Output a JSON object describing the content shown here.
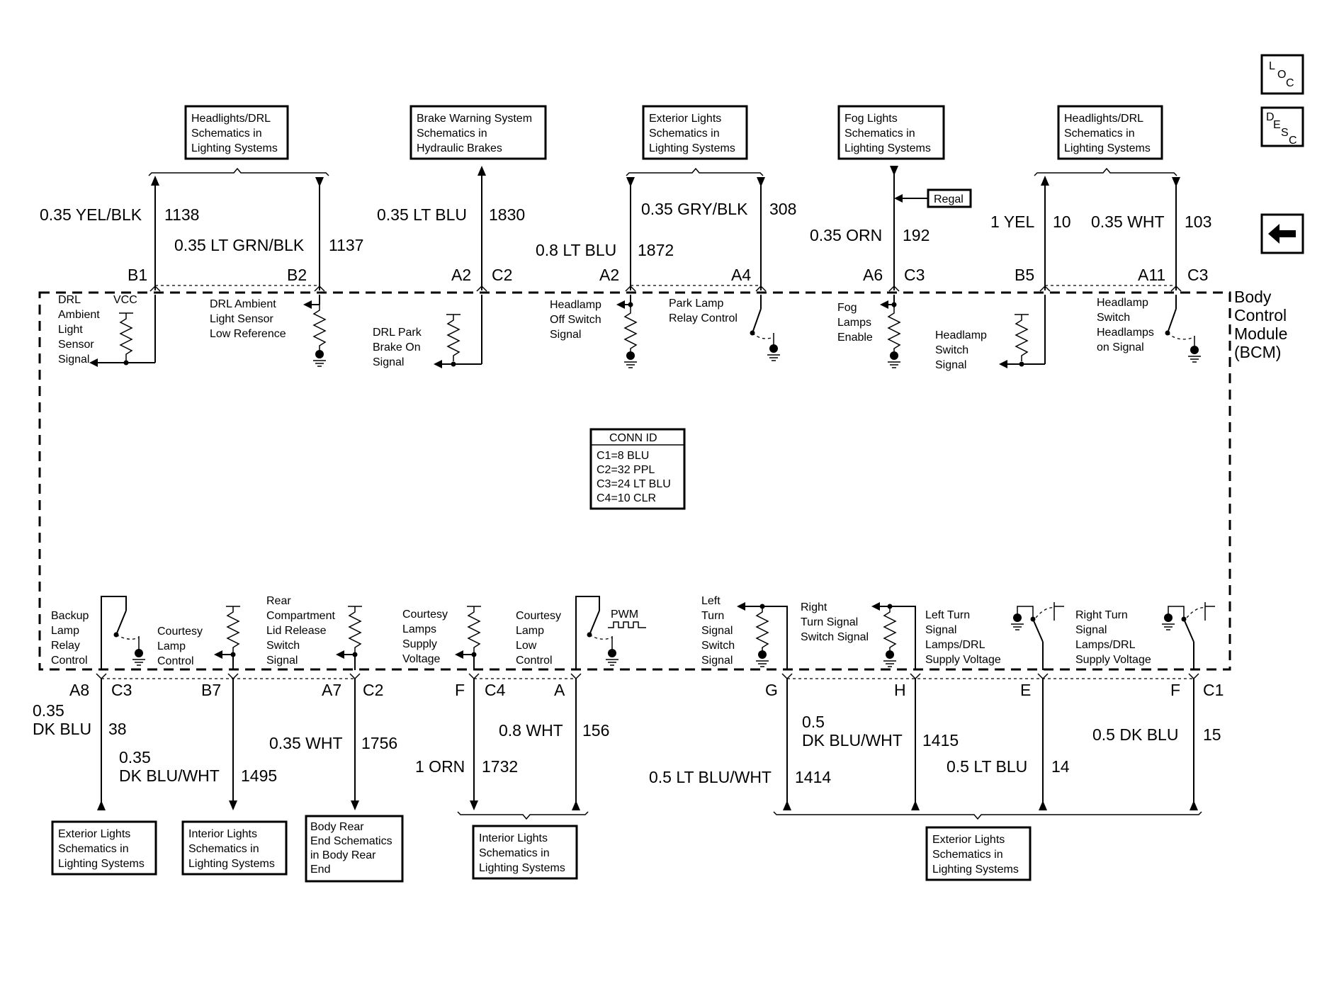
{
  "module": {
    "line1": "Body",
    "line2": "Control",
    "line3": "Module",
    "line4": "(BCM)"
  },
  "nav": {
    "loc_l": "L",
    "loc_o": "O",
    "loc_c": "C",
    "desc_d": "D",
    "desc_e": "E",
    "desc_s": "S",
    "desc_c": "C",
    "back_icon": "left-arrow-icon"
  },
  "top_refs": [
    {
      "lines": [
        "Headlights/DRL",
        "Schematics in",
        "Lighting Systems"
      ]
    },
    {
      "lines": [
        "Brake Warning System",
        "Schematics in",
        "Hydraulic Brakes"
      ]
    },
    {
      "lines": [
        "Exterior Lights",
        "Schematics in",
        "Lighting Systems"
      ]
    },
    {
      "lines": [
        "Fog Lights",
        "Schematics in",
        "Lighting Systems"
      ]
    },
    {
      "lines": [
        "Headlights/DRL",
        "Schematics in",
        "Lighting Systems"
      ]
    }
  ],
  "bottom_refs": [
    {
      "lines": [
        "Exterior Lights",
        "Schematics in",
        "Lighting Systems"
      ]
    },
    {
      "lines": [
        "Interior Lights",
        "Schematics in",
        "Lighting Systems"
      ]
    },
    {
      "lines": [
        "Body Rear",
        "End Schematics",
        "in Body Rear",
        "End"
      ]
    },
    {
      "lines": [
        "Interior Lights",
        "Schematics in",
        "Lighting Systems"
      ]
    },
    {
      "lines": [
        "Exterior Lights",
        "Schematics in",
        "Lighting Systems"
      ]
    }
  ],
  "regal": "Regal",
  "conn_id": {
    "title": "CONN ID",
    "lines": [
      "C1=8 BLU",
      "C2=32 PPL",
      "C3=24 LT BLU",
      "C4=10 CLR"
    ]
  },
  "top_wires": [
    {
      "color": "0.35 YEL/BLK",
      "circuit": "1138",
      "pin": "B1"
    },
    {
      "color": "0.35 LT GRN/BLK",
      "circuit": "1137",
      "pin": "B2"
    },
    {
      "color": "0.35 LT BLU",
      "circuit": "1830",
      "pin": "A2",
      "conn": "C2"
    },
    {
      "color": "0.8 LT BLU",
      "circuit": "1872",
      "pin": "A2"
    },
    {
      "color": "0.35 GRY/BLK",
      "circuit": "308",
      "pin": "A4"
    },
    {
      "color": "0.35 ORN",
      "circuit": "192",
      "pin": "A6",
      "conn": "C3"
    },
    {
      "color": "1 YEL",
      "circuit": "10",
      "pin": "B5"
    },
    {
      "color": "0.35 WHT",
      "circuit": "103",
      "pin": "A11",
      "conn": "C3"
    }
  ],
  "bottom_wires": [
    {
      "color1": "0.35",
      "color2": "DK BLU",
      "circuit": "38",
      "pin": "A8",
      "conn": "C3"
    },
    {
      "color1": "0.35",
      "color2": "DK BLU/WHT",
      "circuit": "1495",
      "pin": "B7"
    },
    {
      "color": "0.35 WHT",
      "circuit": "1756",
      "pin": "A7",
      "conn": "C2"
    },
    {
      "color": "1 ORN",
      "circuit": "1732",
      "pin": "F",
      "conn": "C4"
    },
    {
      "color": "0.8 WHT",
      "circuit": "156",
      "pin": "A"
    },
    {
      "color": "0.5 LT BLU/WHT",
      "circuit": "1414",
      "pin": "G"
    },
    {
      "color1": "0.5",
      "color2": "DK BLU/WHT",
      "circuit": "1415",
      "pin": "H"
    },
    {
      "color": "0.5 LT BLU",
      "circuit": "14",
      "pin": "E"
    },
    {
      "color": "0.5 DK BLU",
      "circuit": "15",
      "pin": "F",
      "conn": "C1"
    }
  ],
  "top_components": [
    {
      "lines": [
        "DRL",
        "Ambient",
        "Light",
        "Sensor",
        "Signal"
      ],
      "extra": "VCC"
    },
    {
      "lines": [
        "DRL Ambient",
        "Light Sensor",
        "Low Reference"
      ]
    },
    {
      "lines": [
        "DRL Park",
        "Brake On",
        "Signal"
      ]
    },
    {
      "lines": [
        "Headlamp",
        "Off Switch",
        "Signal"
      ]
    },
    {
      "lines": [
        "Park Lamp",
        "Relay Control"
      ]
    },
    {
      "lines": [
        "Fog",
        "Lamps",
        "Enable"
      ]
    },
    {
      "lines": [
        "Headlamp",
        "Switch",
        "Signal"
      ]
    },
    {
      "lines": [
        "Headlamp",
        "Switch",
        "Headlamps",
        "on Signal"
      ]
    }
  ],
  "bottom_components": [
    {
      "lines": [
        "Backup",
        "Lamp",
        "Relay",
        "Control"
      ]
    },
    {
      "lines": [
        "Courtesy",
        "Lamp",
        "Control"
      ]
    },
    {
      "lines": [
        "Rear",
        "Compartment",
        "Lid Release",
        "Switch",
        "Signal"
      ]
    },
    {
      "lines": [
        "Courtesy",
        "Lamps",
        "Supply",
        "Voltage"
      ]
    },
    {
      "lines": [
        "Courtesy",
        "Lamp",
        "Low",
        "Control"
      ],
      "extra": "PWM"
    },
    {
      "lines": [
        "Left",
        "Turn",
        "Signal",
        "Switch",
        "Signal"
      ]
    },
    {
      "lines": [
        "Right",
        "Turn Signal",
        "Switch Signal"
      ]
    },
    {
      "lines": [
        "Left Turn",
        "Signal",
        "Lamps/DRL",
        "Supply Voltage"
      ]
    },
    {
      "lines": [
        "Right Turn",
        "Signal",
        "Lamps/DRL",
        "Supply Voltage"
      ]
    }
  ]
}
